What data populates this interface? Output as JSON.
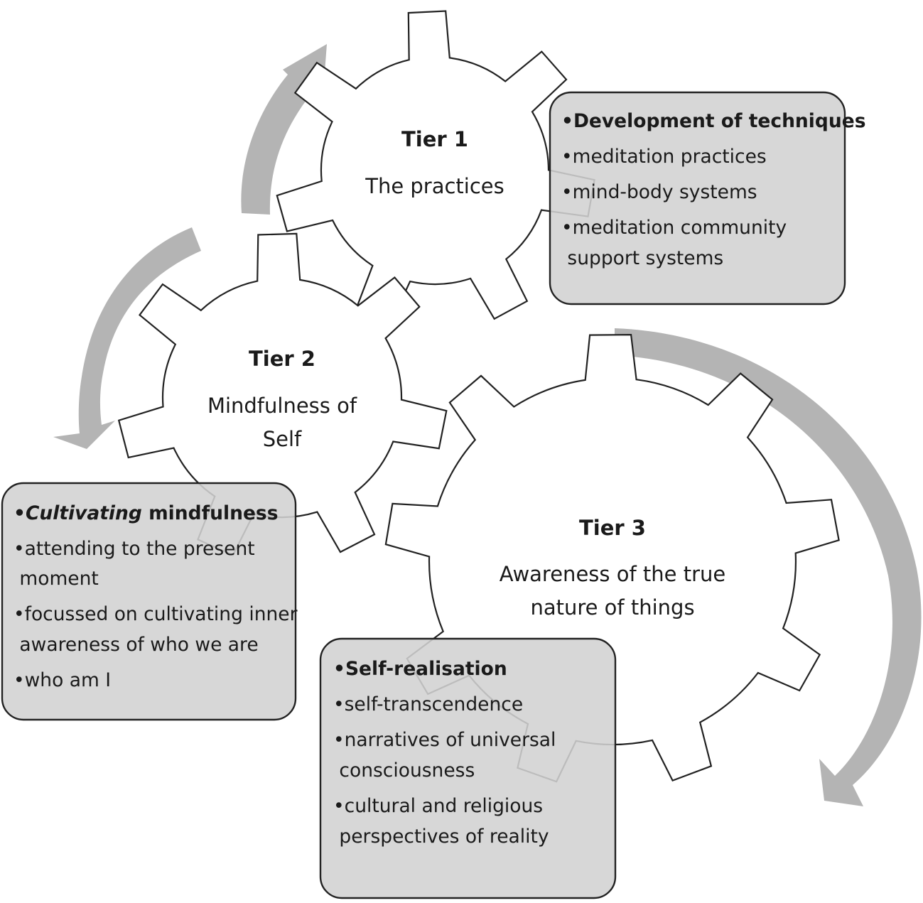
{
  "tiers": [
    {
      "id": "tier1",
      "title": "Tier 1",
      "subtitle_lines": [
        "The practices"
      ]
    },
    {
      "id": "tier2",
      "title": "Tier 2",
      "subtitle_lines": [
        "Mindfulness of",
        "Self"
      ]
    },
    {
      "id": "tier3",
      "title": "Tier 3",
      "subtitle_lines": [
        "Awareness of the true",
        "nature of things"
      ]
    }
  ],
  "boxes": {
    "tier1": {
      "heading": "•Development of techniques",
      "items": [
        "•meditation practices",
        "•mind-body systems",
        "•meditation community",
        " support systems"
      ]
    },
    "tier2": {
      "heading_italic": "•Cultivating",
      "heading_rest": " mindfulness",
      "items": [
        "•attending to the present",
        " moment",
        "•focussed on cultivating inner",
        " awareness of who we are",
        "•who am I"
      ]
    },
    "tier3": {
      "heading": "•Self-realisation",
      "items": [
        "•self-transcendence",
        "•narratives of universal",
        " consciousness",
        "•cultural and religious",
        " perspectives of reality"
      ]
    }
  },
  "colors": {
    "arrow": "#b4b4b4",
    "box_fill": "#d2d2d2",
    "outline": "#222222"
  }
}
